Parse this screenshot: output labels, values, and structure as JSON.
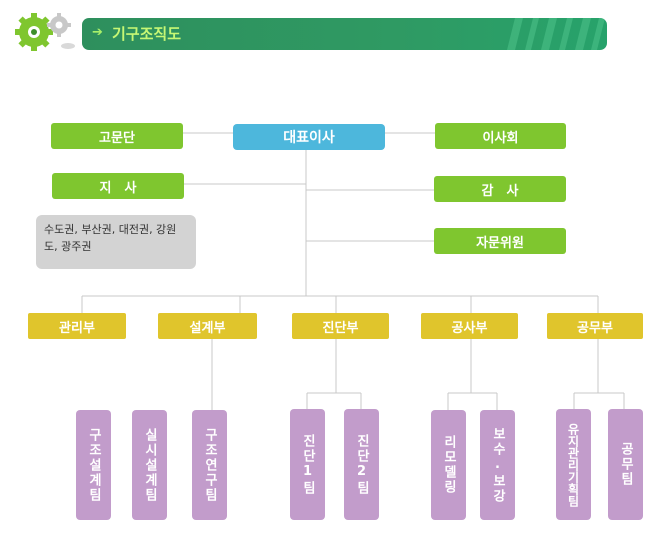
{
  "header": {
    "arrow": "➔",
    "title": "기구조직도"
  },
  "top": {
    "ceo": "대표이사",
    "advisory": "고문단",
    "board": "이사회",
    "branch": "지　사",
    "audit": "감　사",
    "consult": "자문위원",
    "branch_note": "수도권, 부산권, 대전권, 강원도, 광주권"
  },
  "departments": [
    "관리부",
    "설계부",
    "진단부",
    "공사부",
    "공무부"
  ],
  "teams": {
    "design": [
      "구조설계팀",
      "실시설계팀",
      "구조연구팀"
    ],
    "diagnosis": [
      "진단1팀",
      "진단2팀"
    ],
    "construction": [
      "리모델링",
      "보수.보강"
    ],
    "public": [
      "유지관리기획팀",
      "공무팀"
    ]
  },
  "colors": {
    "green": "#7fc62f",
    "blue": "#4db7dc",
    "yellow": "#e0c52c",
    "purple": "#c29ccb",
    "gray": "#d3d3d3",
    "header": "#2e8f5d"
  }
}
